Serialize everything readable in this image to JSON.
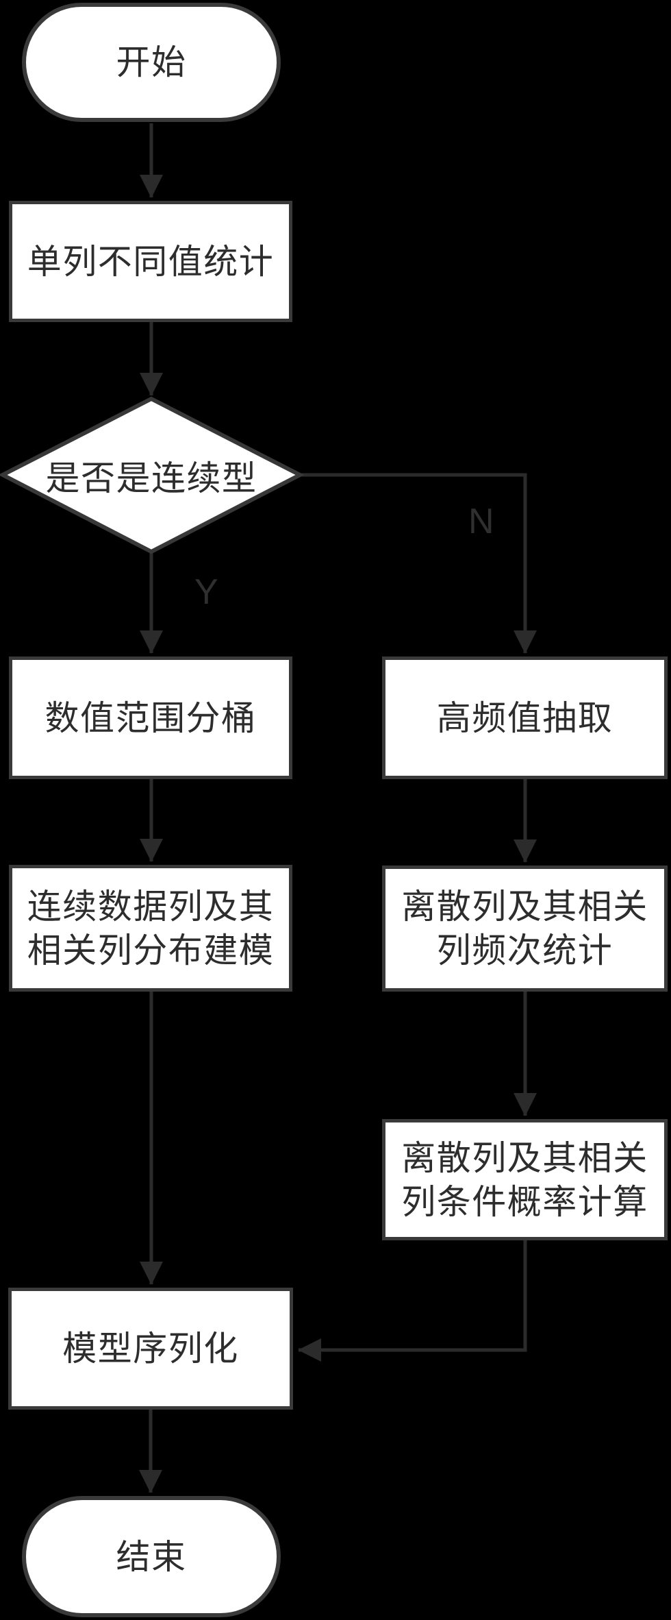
{
  "diagram": {
    "background_color": "#000000",
    "node_fill": "#ffffff",
    "node_border_color": "#3a3a3a",
    "node_text_color": "#2d2d2d",
    "connector_color": "#2b2b2b",
    "branch_label_color": "#2f2f2f",
    "nodes": {
      "start": {
        "type": "terminator",
        "label": "开始"
      },
      "distinct_count": {
        "type": "process",
        "label": "单列不同值统计"
      },
      "is_continuous": {
        "type": "decision",
        "label": "是否是连续型"
      },
      "range_bucketing": {
        "type": "process",
        "label": "数值范围分桶"
      },
      "continuous_modeling": {
        "type": "process",
        "lines": [
          "连续数据列及其",
          "相关列分布建模"
        ]
      },
      "high_freq_extract": {
        "type": "process",
        "label": "高频值抽取"
      },
      "discrete_freq_stat": {
        "type": "process",
        "lines": [
          "离散列及其相关",
          "列频次统计"
        ]
      },
      "discrete_cond_prob": {
        "type": "process",
        "lines": [
          "离散列及其相关",
          "列条件概率计算"
        ]
      },
      "model_serialize": {
        "type": "process",
        "label": "模型序列化"
      },
      "end": {
        "type": "terminator",
        "label": "结束"
      }
    },
    "branch_labels": {
      "yes": "Y",
      "no": "N"
    }
  }
}
